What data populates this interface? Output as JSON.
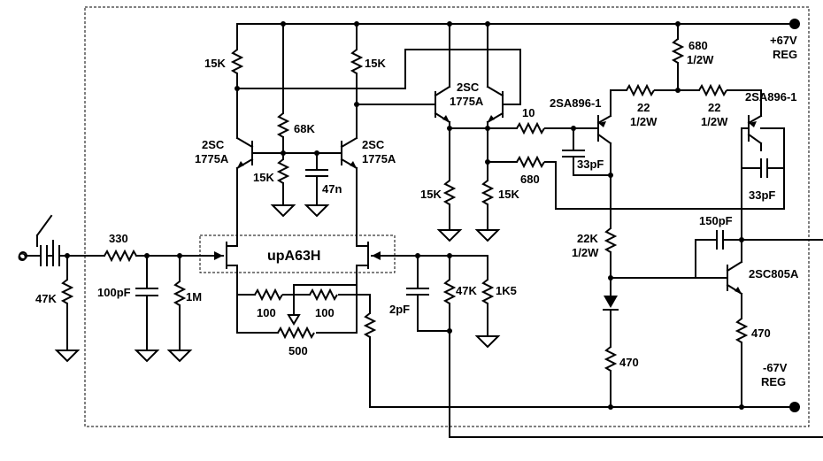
{
  "labels": {
    "r_in": "330",
    "c_in": "100pF",
    "r_1m": "1M",
    "r_47k_in": "47K",
    "ic": "upA63H",
    "r_15k_l": "15K",
    "r_15k_r": "15K",
    "r_68k": "68K",
    "r_15k_mid": "15K",
    "c_47n": "47n",
    "q1_line1": "2SC",
    "q1_line2": "1775A",
    "q2_line1": "2SC",
    "q2_line2": "1775A",
    "q3_line1": "2SC",
    "q3_line2": "1775A",
    "r_100a": "100",
    "r_100b": "100",
    "r_500": "500",
    "c_2pf": "2pF",
    "r_47k_fb": "47K",
    "r_1k5": "1K5",
    "r_15k_q3a": "15K",
    "r_15k_q3b": "15K",
    "r_10": "10",
    "r_680_mid": "680",
    "q4": "2SA896-1",
    "q5": "2SA896-1",
    "c_33pf_a": "33pF",
    "c_33pf_b": "33pF",
    "r_680_top_1": "680",
    "r_680_top_2": "1/2W",
    "r_22a_1": "22",
    "r_22a_2": "1/2W",
    "r_22b_1": "22",
    "r_22b_2": "1/2W",
    "vpos_1": "+67V",
    "vpos_2": "REG",
    "c_150pf": "150pF",
    "q6": "2SC805A",
    "r_22k_1": "22K",
    "r_22k_2": "1/2W",
    "r_470a": "470",
    "r_470b": "470",
    "vneg_1": "-67V",
    "vneg_2": "REG",
    "input": "O"
  }
}
